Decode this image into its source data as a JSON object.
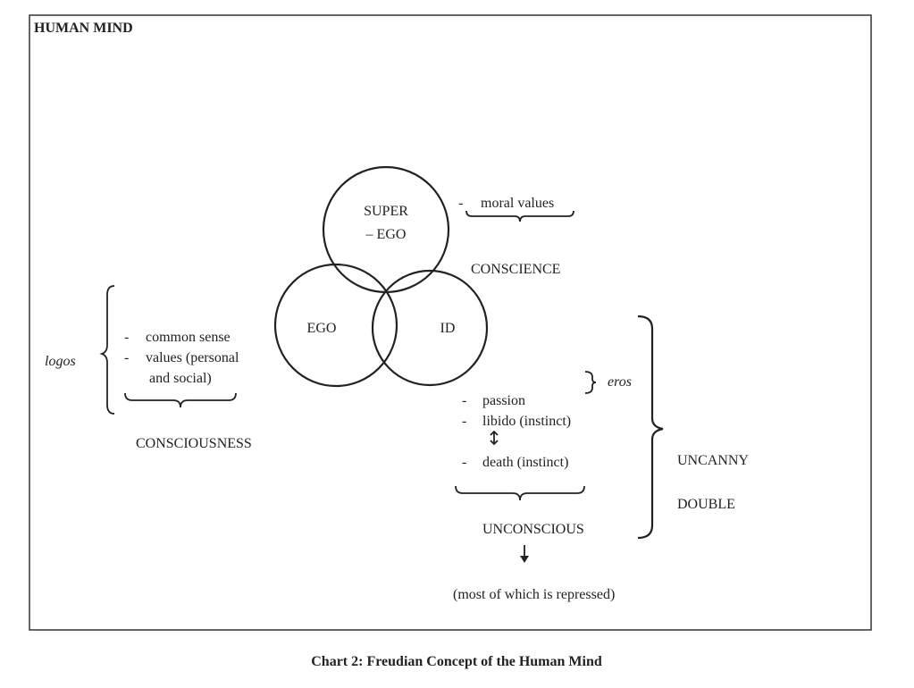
{
  "frame_title": "HUMAN MIND",
  "circles": {
    "superego_line1": "SUPER",
    "superego_line2": "– EGO",
    "ego": "EGO",
    "id": "ID"
  },
  "superego_note": {
    "dash": "-",
    "text": "moral values",
    "label": "CONSCIENCE"
  },
  "ego_note": {
    "side_label": "logos",
    "items": [
      "common sense",
      "values (personal",
      "and social)"
    ],
    "dash": "-",
    "label": "CONSCIOUSNESS"
  },
  "id_note": {
    "eros_label": "eros",
    "items": [
      "passion",
      "libido (instinct)",
      "death (instinct)"
    ],
    "dash": "-",
    "label": "UNCONSCIOUS",
    "footnote": "(most of which is repressed)",
    "uncanny": "UNCANNY",
    "double": "DOUBLE"
  },
  "caption": "Chart 2:  Freudian Concept of the Human Mind"
}
